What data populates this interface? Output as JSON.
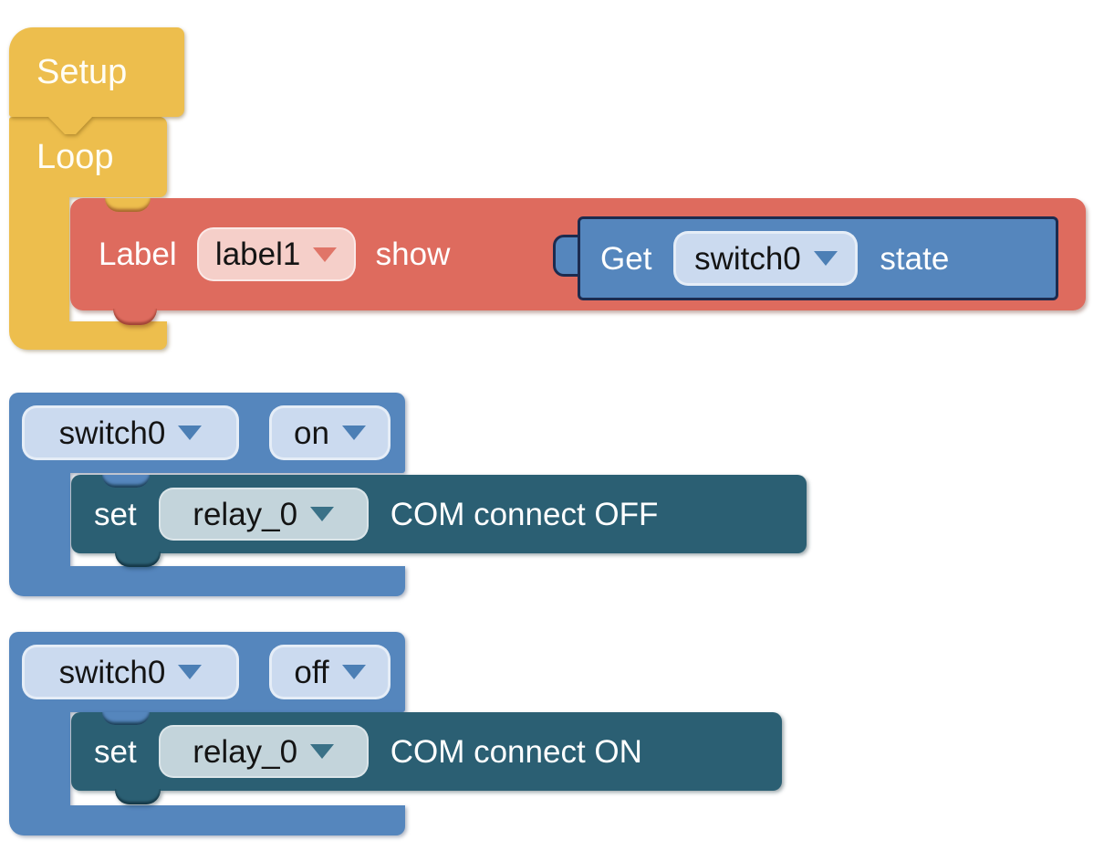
{
  "colors": {
    "yellow": "#edbe4d",
    "red": "#de6b5e",
    "pink": "#f5cfc9",
    "blue": "#5586bd",
    "light_blue": "#cbdaef",
    "teal": "#2b5f73",
    "light_teal": "#c3d4db",
    "navy": "#1c2b4f"
  },
  "blocks": {
    "setup": {
      "label": "Setup"
    },
    "loop": {
      "label": "Loop"
    },
    "label_show": {
      "label": "Label",
      "dropdown_value": "label1",
      "suffix": "show"
    },
    "get_state": {
      "label": "Get",
      "dropdown_value": "switch0",
      "suffix": "state"
    },
    "when_switch_on": {
      "switch_dropdown": "switch0",
      "state_dropdown": "on"
    },
    "set_relay_off": {
      "label": "set",
      "dropdown_value": "relay_0",
      "suffix": "COM connect OFF"
    },
    "when_switch_off": {
      "switch_dropdown": "switch0",
      "state_dropdown": "off"
    },
    "set_relay_on": {
      "label": "set",
      "dropdown_value": "relay_0",
      "suffix": "COM connect ON"
    }
  }
}
